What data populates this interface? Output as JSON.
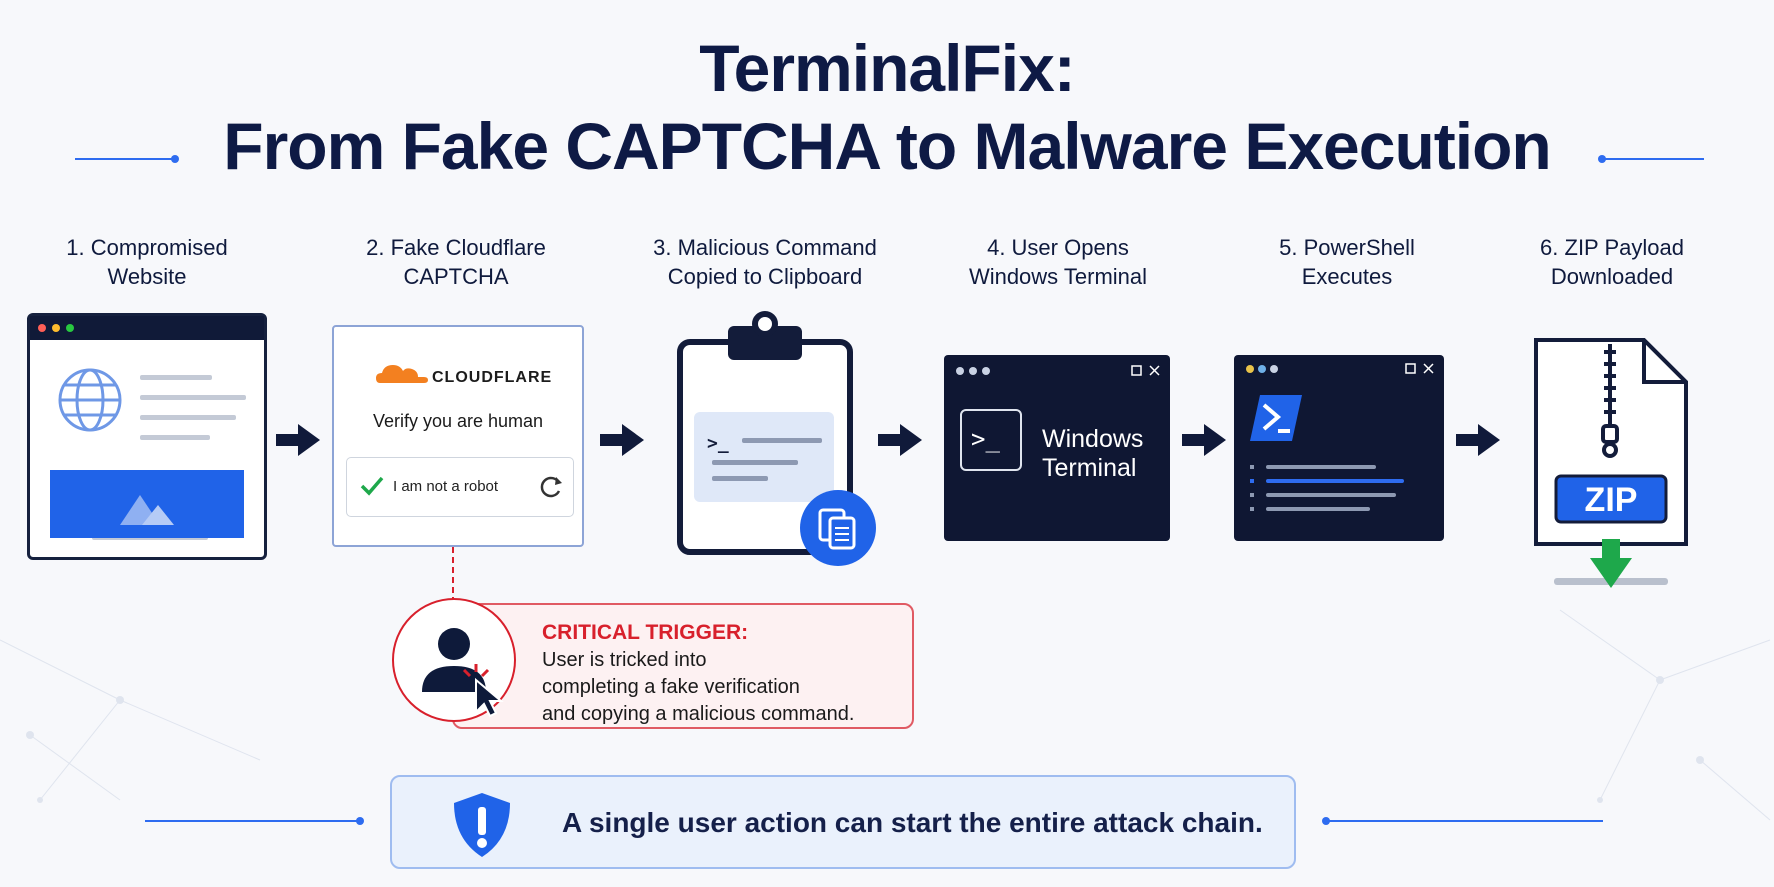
{
  "title": {
    "line1": "TerminalFix:",
    "line2": "From Fake CAPTCHA to Malware Execution"
  },
  "steps": [
    {
      "line1": "1. Compromised",
      "line2": "Website"
    },
    {
      "line1": "2. Fake Cloudflare",
      "line2": "CAPTCHA"
    },
    {
      "line1": "3. Malicious Command",
      "line2": "Copied to Clipboard"
    },
    {
      "line1": "4. User Opens",
      "line2": "Windows Terminal"
    },
    {
      "line1": "5. PowerShell",
      "line2": "Executes"
    },
    {
      "line1": "6. ZIP Payload",
      "line2": "Downloaded"
    }
  ],
  "captcha": {
    "brand": "CLOUDFLARE",
    "prompt": "Verify you are human",
    "checkbox_label": "I am not a robot"
  },
  "terminal": {
    "name_line1": "Windows",
    "name_line2": "Terminal",
    "prompt_glyph": ">_"
  },
  "zip_label": "ZIP",
  "critical": {
    "title": "CRITICAL TRIGGER:",
    "lines": [
      "User is tricked into",
      "completing a fake verification",
      "and copying a malicious command."
    ]
  },
  "banner": {
    "text": "A single user action can start the entire attack chain."
  },
  "colors": {
    "navy": "#0e1a45",
    "accent_blue": "#2e6cf0",
    "alert_red": "#d8202c",
    "cloudflare_orange": "#f38020",
    "check_green": "#1ea84b"
  }
}
